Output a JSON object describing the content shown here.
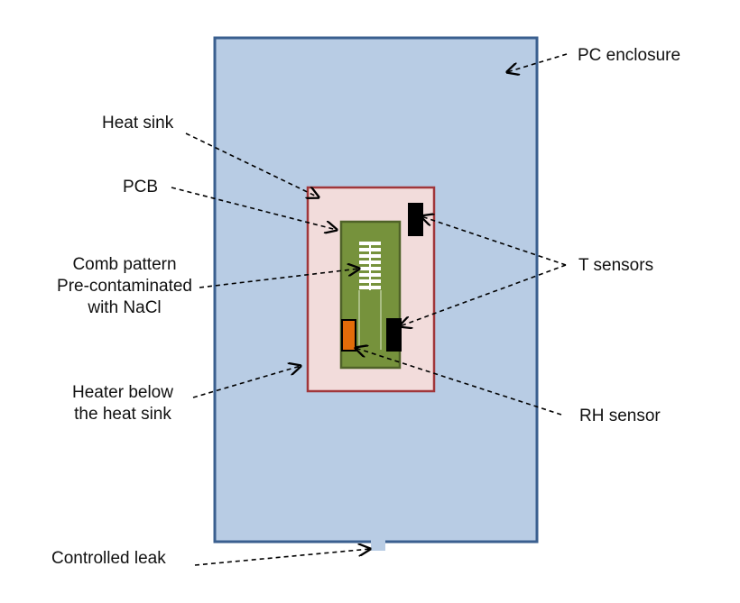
{
  "labels": {
    "pc_enclosure": "PC enclosure",
    "heat_sink": "Heat sink",
    "pcb": "PCB",
    "comb_line1": "Comb pattern",
    "comb_line2": "Pre-contaminated",
    "comb_line3": "with NaCl",
    "t_sensors": "T sensors",
    "heater_line1": "Heater below",
    "heater_line2": "the heat sink",
    "rh_sensor": "RH sensor",
    "controlled_leak": "Controlled leak"
  },
  "colors": {
    "enclosure_fill": "#b8cce4",
    "enclosure_stroke": "#3a5f8f",
    "heatsink_fill": "#f2dcdb",
    "heatsink_stroke": "#a0363a",
    "pcb_fill": "#76923c",
    "pcb_stroke": "#4f6228",
    "t_sensor": "#000000",
    "rh_sensor": "#e36c09",
    "leak": "#b8cce4",
    "comb": "#ffffff",
    "arrow": "#000000"
  }
}
